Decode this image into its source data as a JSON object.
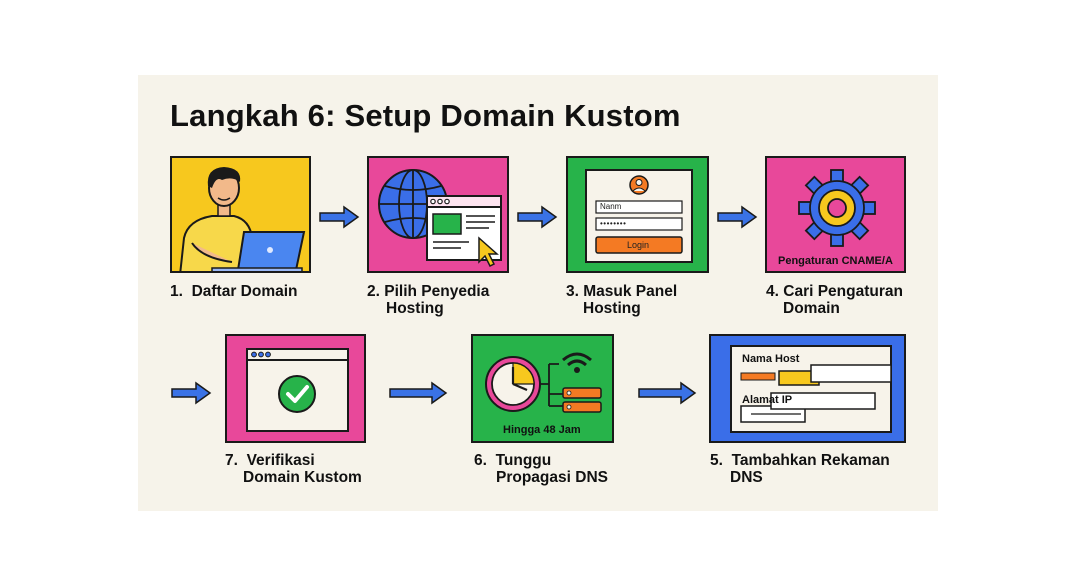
{
  "title": "Langkah 6: Setup Domain Kustom",
  "steps": [
    {
      "num": "1.",
      "line1": "Daftar Domain",
      "line2": ""
    },
    {
      "num": "2.",
      "line1": "Pilih Penyedia",
      "line2": "Hosting"
    },
    {
      "num": "3.",
      "line1": "Masuk Panel",
      "line2": "Hosting"
    },
    {
      "num": "4.",
      "line1": "Cari Pengaturan",
      "line2": "Domain"
    },
    {
      "num": "5.",
      "line1": "Tambahkan Rekaman",
      "line2": "DNS"
    },
    {
      "num": "6.",
      "line1": "Tunggu",
      "line2": "Propagasi DNS"
    },
    {
      "num": "7.",
      "line1": "Verifikasi",
      "line2": "Domain Kustom"
    }
  ],
  "panels": {
    "login": {
      "username_placeholder": "Nanm",
      "password_mask": "••••••••",
      "button": "Login"
    },
    "settings": {
      "caption": "Pengaturan CNAME/A"
    },
    "propagation": {
      "caption": "Hingga 48 Jam"
    },
    "dns": {
      "host_label": "Nama Host",
      "ip_label": "Alamat IP"
    }
  },
  "colors": {
    "yellow": "#f7c81e",
    "magenta": "#e8489a",
    "green": "#27b34a",
    "blue": "#3a6ee8",
    "orange": "#f47a23",
    "arrow": "#3a72e6"
  }
}
